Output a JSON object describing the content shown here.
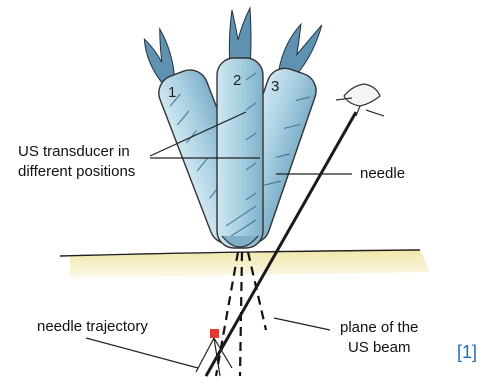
{
  "labels": {
    "transducer_line1": "US transducer in",
    "transducer_line2": "different positions",
    "needle": "needle",
    "needle_trajectory": "needle trajectory",
    "beam_line1": "plane of the",
    "beam_line2": "US beam"
  },
  "positions": [
    "1",
    "2",
    "3"
  ],
  "citation": "[1]",
  "colors": {
    "transducer_blue": "#a9d0e2",
    "transducer_shade": "#6e9fb8",
    "tissue_yellow": "#efe7a6",
    "needle": "#1a1a1a",
    "target_red": "#e23b2e",
    "citation_blue": "#1f6fb3"
  }
}
